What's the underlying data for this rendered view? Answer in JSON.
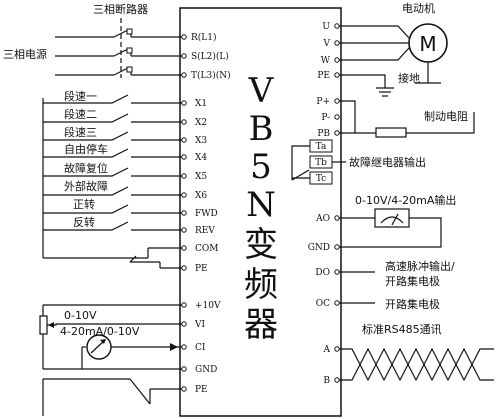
{
  "breaker_label": "三相断路器",
  "power_label": "三相电源",
  "motor_label": "电动机",
  "motor_symbol": "M",
  "ground_label": "接地",
  "brake_label": "制动电阻",
  "relay_label": "故障继电器输出",
  "analog_out_label": "0-10V/4-20mA输出",
  "pulse_label_1": "高速脉冲输出/",
  "pulse_label_2": "开路集电极",
  "oc_label": "开路集电极",
  "rs485_label": "标准RS485通讯",
  "pot_label": "0-10V",
  "current_label": "4-20mA/0-10V",
  "vfd_title": [
    "V",
    "B",
    "5",
    "N",
    "变",
    "频",
    "器"
  ],
  "left_terms": [
    "R(L1)",
    "S(L2)(L)",
    "T(L3)(N)",
    "X1",
    "X2",
    "X3",
    "X4",
    "X5",
    "X6",
    "FWD",
    "REV",
    "COM",
    "PE",
    "+10V",
    "VI",
    "CI",
    "GND",
    "PE"
  ],
  "right_terms": [
    "U",
    "V",
    "W",
    "PE",
    "P+",
    "P-",
    "PB",
    "Ta",
    "Tb",
    "Tc",
    "AO",
    "GND",
    "DO",
    "OC",
    "A",
    "B"
  ],
  "inputs": [
    "段速一",
    "段速二",
    "段速三",
    "自由停车",
    "故障复位",
    "外部故障",
    "正转",
    "反转"
  ]
}
